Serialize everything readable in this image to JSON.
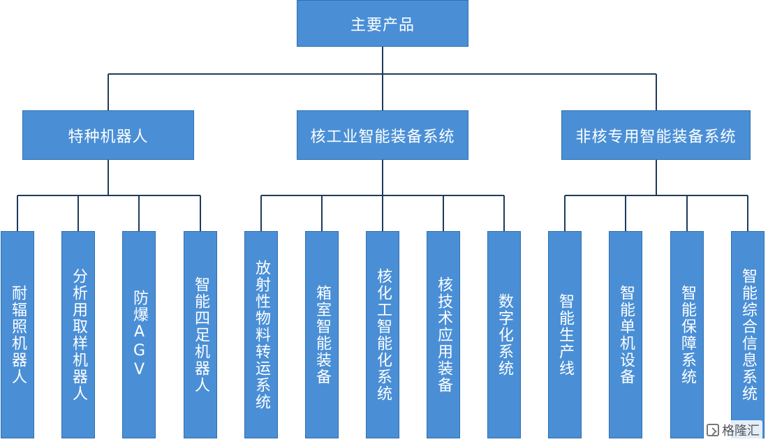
{
  "diagram": {
    "root": "主要产品",
    "branches": [
      {
        "label": "特种机器人",
        "children": [
          "耐辐照机器人",
          "分析用取样机器人",
          "防爆AGV",
          "智能四足机器人"
        ]
      },
      {
        "label": "核工业智能装备系统",
        "children": [
          "放射性物料转运系统",
          "箱室智能装备",
          "核化工智能化系统",
          "核技术应用装备",
          "数字化系统"
        ]
      },
      {
        "label": "非核专用智能装备系统",
        "children": [
          "智能生产线",
          "智能单机设备",
          "智能保障系统",
          "智能综合信息系统"
        ]
      }
    ]
  },
  "watermark": {
    "icon": "logo-icon",
    "text": "格隆汇"
  },
  "colors": {
    "box_fill": "#4a8fd6",
    "box_text": "#ffffff",
    "connector": "#1f3a5a"
  }
}
